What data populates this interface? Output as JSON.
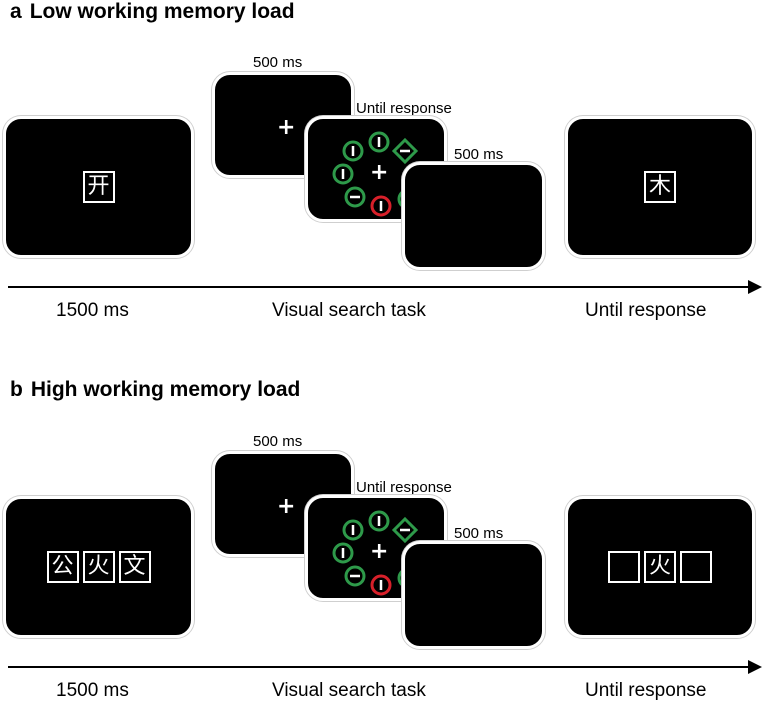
{
  "panels": [
    {
      "letter": "a",
      "title": "Low working memory load",
      "first_chars": [
        "开"
      ],
      "last_chars": [
        "木"
      ],
      "fixation_time": "500 ms",
      "search_time": "Until response",
      "blank_time": "500 ms",
      "fixation_symbol": "+",
      "timeline": [
        "1500 ms",
        "Visual search task",
        "Until response"
      ]
    },
    {
      "letter": "b",
      "title": "High working memory load",
      "first_chars": [
        "公",
        "火",
        "文"
      ],
      "last_chars": [
        "",
        "火",
        ""
      ],
      "fixation_time": "500 ms",
      "search_time": "Until response",
      "blank_time": "500 ms",
      "fixation_symbol": "+",
      "timeline": [
        "1500 ms",
        "Visual search task",
        "Until response"
      ]
    }
  ],
  "colors": {
    "distractor": "#2e9a4a",
    "target": "#d8202a"
  }
}
